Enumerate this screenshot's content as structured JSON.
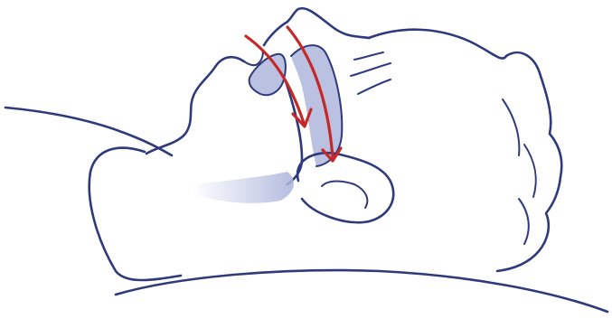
{
  "colors": {
    "outline": "#2f3a7c",
    "airway_fill": "#aeb6dc",
    "airflow_arrow": "#c62828",
    "background": "#ffffff"
  },
  "figure": {
    "subject": "sleeping-person-profile",
    "arrows": [
      {
        "name": "airflow-arrow-left",
        "direction": "down"
      },
      {
        "name": "airflow-arrow-right",
        "direction": "down"
      }
    ]
  }
}
